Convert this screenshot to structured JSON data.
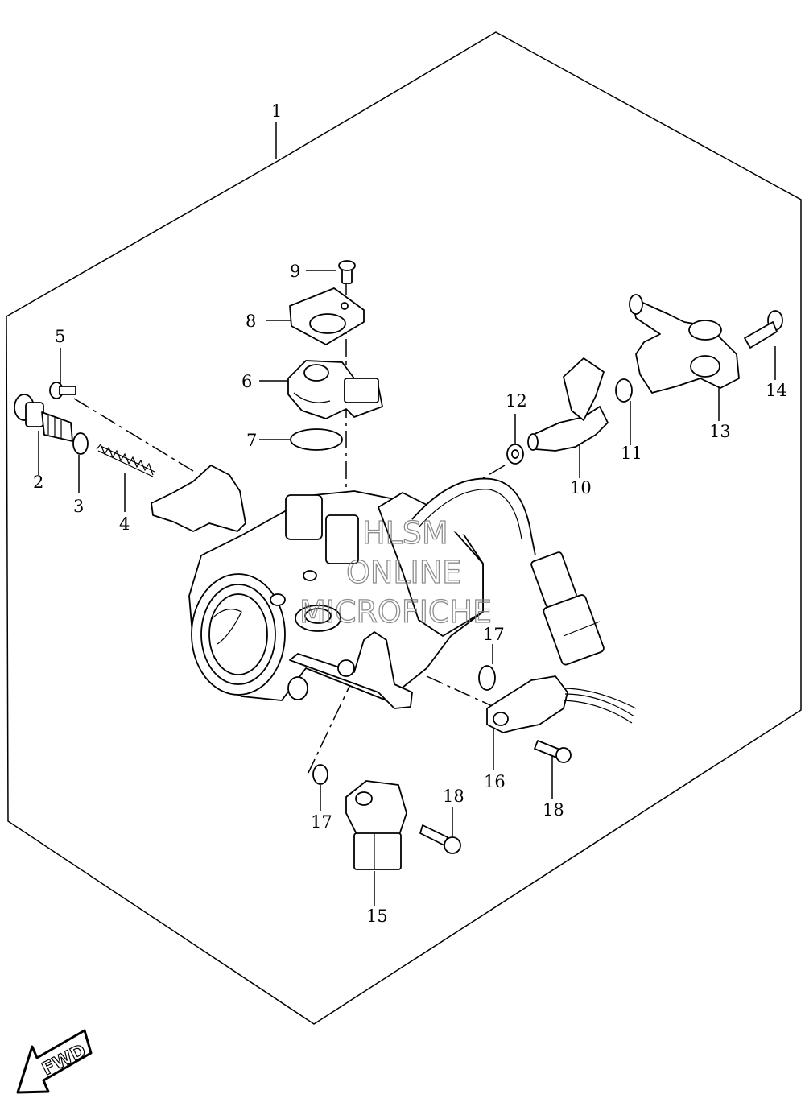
{
  "diagram": {
    "callouts": [
      {
        "id": "c1",
        "text": "1"
      },
      {
        "id": "c2",
        "text": "2"
      },
      {
        "id": "c3",
        "text": "3"
      },
      {
        "id": "c4",
        "text": "4"
      },
      {
        "id": "c5",
        "text": "5"
      },
      {
        "id": "c6",
        "text": "6"
      },
      {
        "id": "c7",
        "text": "7"
      },
      {
        "id": "c8",
        "text": "8"
      },
      {
        "id": "c9",
        "text": "9"
      },
      {
        "id": "c10",
        "text": "10"
      },
      {
        "id": "c11",
        "text": "11"
      },
      {
        "id": "c12",
        "text": "12"
      },
      {
        "id": "c13",
        "text": "13"
      },
      {
        "id": "c14",
        "text": "14"
      },
      {
        "id": "c15",
        "text": "15"
      },
      {
        "id": "c16",
        "text": "16"
      },
      {
        "id": "c17a",
        "text": "17"
      },
      {
        "id": "c17b",
        "text": "17"
      },
      {
        "id": "c18a",
        "text": "18"
      },
      {
        "id": "c18b",
        "text": "18"
      }
    ],
    "watermark": {
      "line1": "HLSM",
      "line2": "ONLINE",
      "line3": "MICROFICHE"
    },
    "direction_label": "FWD"
  }
}
